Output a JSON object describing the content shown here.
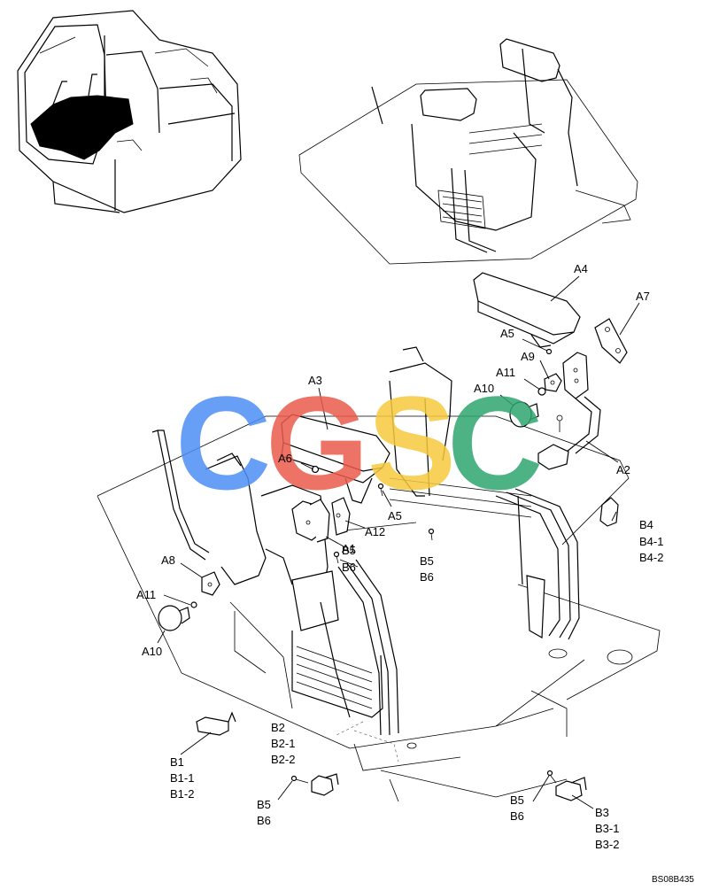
{
  "watermark": {
    "letters": [
      "C",
      "G",
      "S",
      "C"
    ],
    "colors": [
      "#4e8ff5",
      "#ea5b4c",
      "#f6c93e",
      "#2fa56f"
    ]
  },
  "labels": {
    "A1": "A1",
    "A2": "A2",
    "A3": "A3",
    "A4": "A4",
    "A5_upper": "A5",
    "A5_lower": "A5",
    "A6": "A6",
    "A7": "A7",
    "A8": "A8",
    "A9": "A9",
    "A10_right": "A10",
    "A10_left": "A10",
    "A11_right": "A11",
    "A11_left": "A11",
    "A12": "A12",
    "B1": "B1",
    "B1_1": "B1-1",
    "B1_2": "B1-2",
    "B2": "B2",
    "B2_1": "B2-1",
    "B2_2": "B2-2",
    "B3": "B3",
    "B3_1": "B3-1",
    "B3_2": "B3-2",
    "B4": "B4",
    "B4_1": "B4-1",
    "B4_2": "B4-2",
    "B5_a": "B5",
    "B6_a": "B6",
    "B5_b": "B5",
    "B6_b": "B6",
    "B5_c": "B5",
    "B6_c": "B6",
    "B5_d": "B5",
    "B6_d": "B6"
  },
  "drawing_code": "BS08B435"
}
